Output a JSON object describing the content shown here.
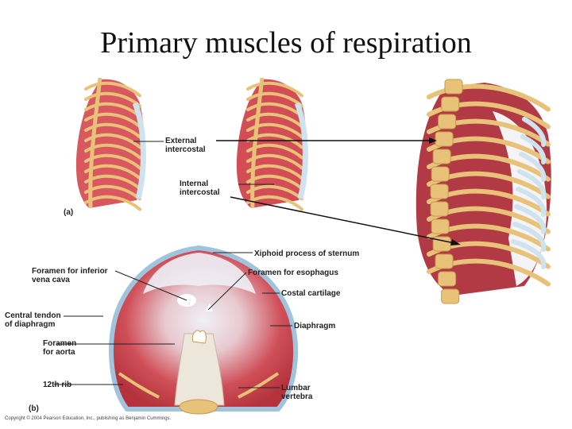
{
  "title": "Primary muscles of respiration",
  "panel_a": {
    "letter": "(a)",
    "labels": {
      "external_intercostal": "External\nintercostal",
      "internal_intercostal": "Internal\nintercostal"
    }
  },
  "panel_b": {
    "letter": "(b)",
    "labels": {
      "foramen_vena_cava": "Foramen for inferior\nvena cava",
      "central_tendon": "Central tendon\nof diaphragm",
      "foramen_aorta": "Foramen\nfor aorta",
      "twelfth_rib": "12th rib",
      "xiphoid": "Xiphoid process of sternum",
      "foramen_esophagus": "Foramen for esophagus",
      "costal_cartilage": "Costal cartilage",
      "diaphragm": "Diaphragm",
      "lumbar_vertebra": "Lumbar\nvertebra"
    }
  },
  "copyright": "Copyright © 2004 Pearson Education, Inc., publishing as Benjamin Cummings.",
  "colors": {
    "muscle": "#c9424a",
    "muscle_dark": "#9e2a33",
    "bone": "#e9c27a",
    "bone_dark": "#c79a4c",
    "cartilage": "#cfe3ef",
    "tendon": "#eef0f6"
  }
}
